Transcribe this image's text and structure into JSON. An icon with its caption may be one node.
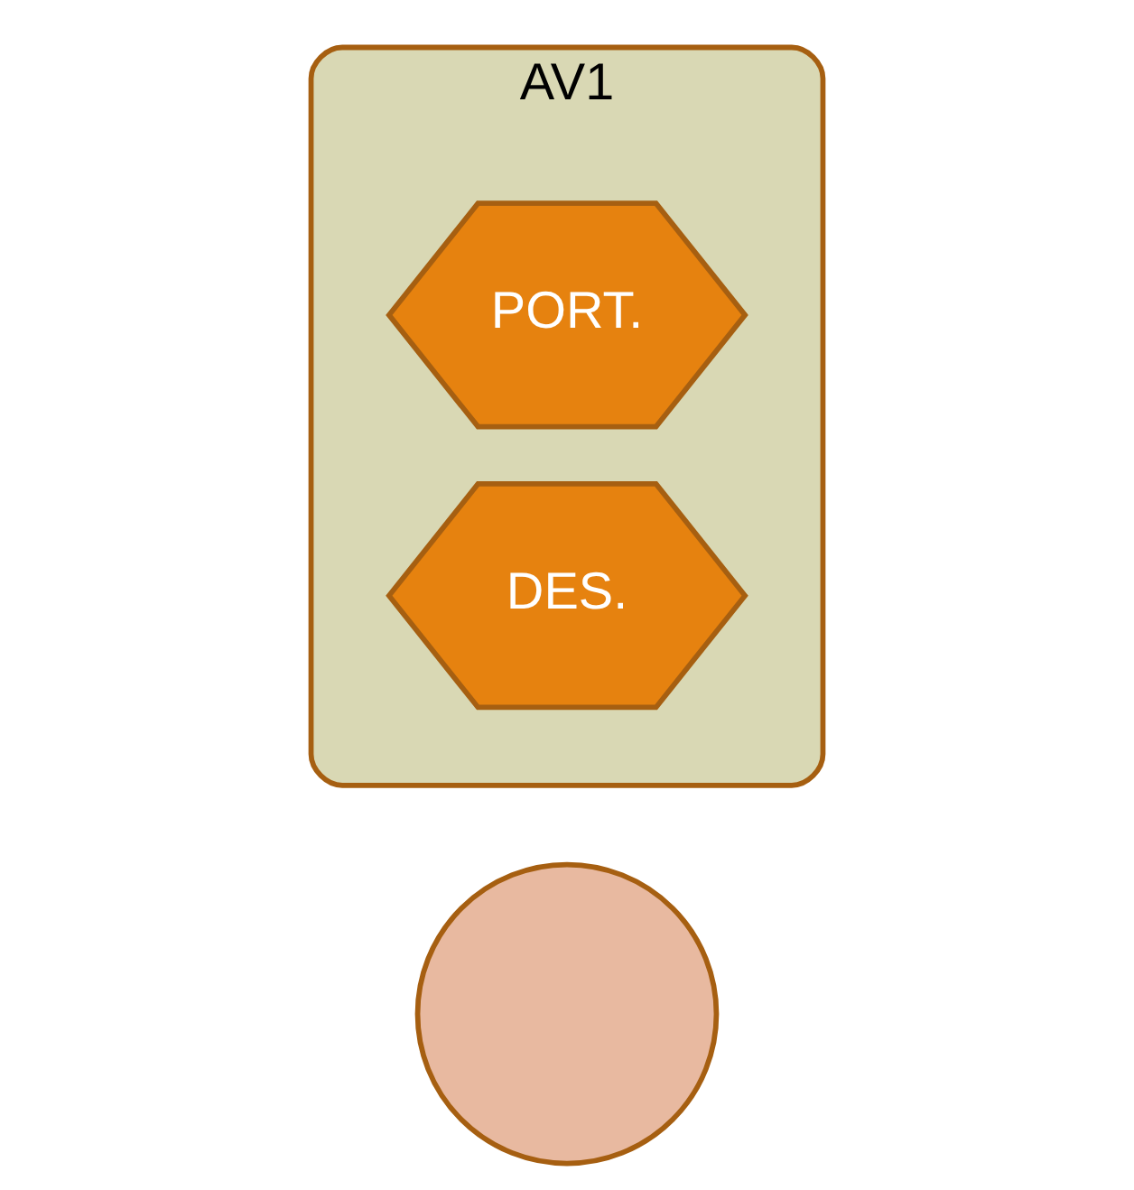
{
  "diagram": {
    "nodes": [
      {
        "text": [],
        "shape": "circle"
      },
      {
        "text": [
          "AV1"
        ]
      },
      {
        "text": [
          "PORT."
        ],
        "in": 1
      },
      {
        "text": [
          "DES."
        ],
        "in": 1
      }
    ]
  }
}
